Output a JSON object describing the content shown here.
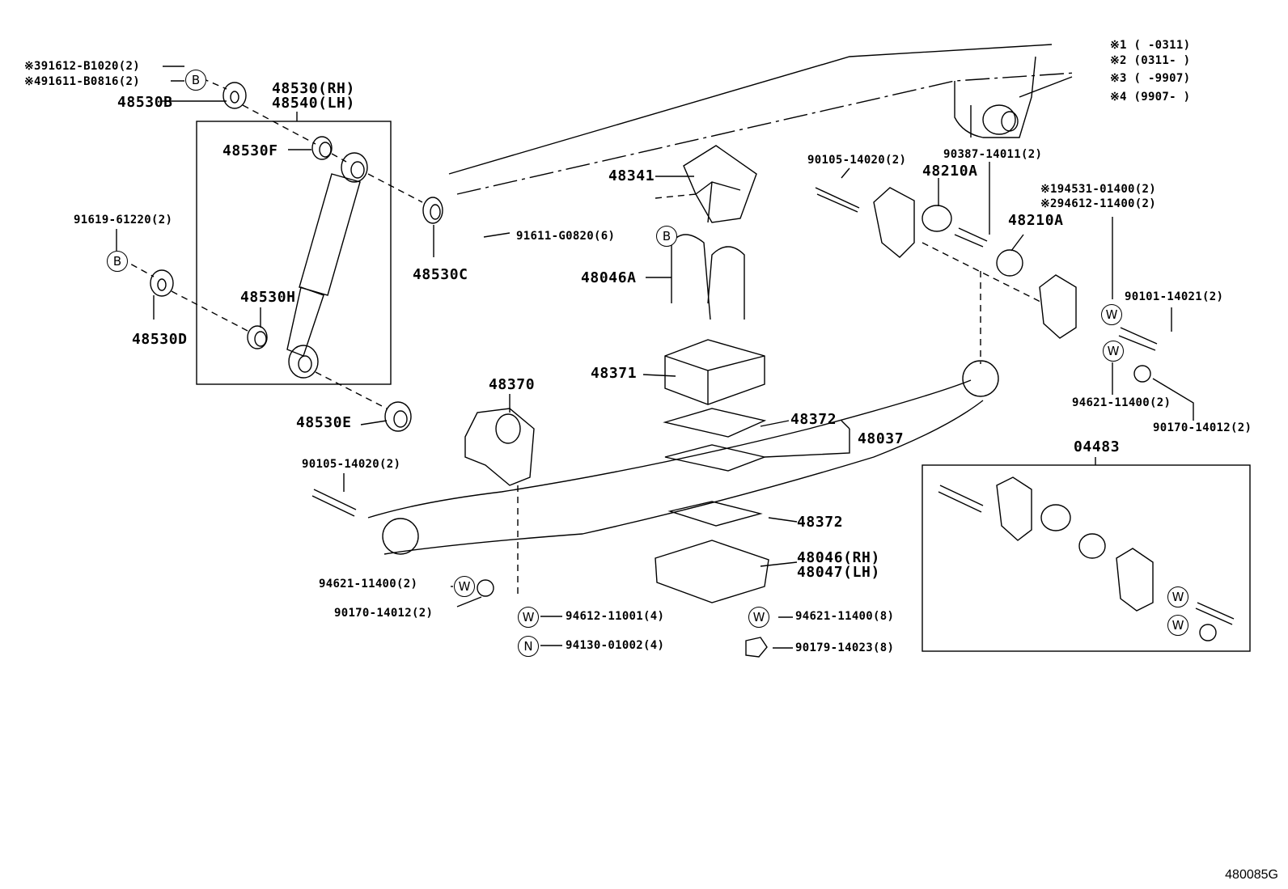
{
  "legend": {
    "note1": "※1 (      -0311)",
    "note2": "※2 (0311-      )",
    "note3": "※3 (      -9907)",
    "note4": "※4 (9907-      )"
  },
  "parts": {
    "p48530_rh": "48530(RH)",
    "p48540_lh": "48540(LH)",
    "p91612": "※391612-B1020(2)",
    "p91611": "※491611-B0816(2)",
    "p48530B": "48530B",
    "p48530F": "48530F",
    "p91619": "91619-61220(2)",
    "p48530D": "48530D",
    "p48530H": "48530H",
    "p48530C": "48530C",
    "p48530E": "48530E",
    "p48341": "48341",
    "p91611G": "91611-G0820(6)",
    "p48046A": "48046A",
    "p48371": "48371",
    "p48370": "48370",
    "p48372a": "48372",
    "p48037": "48037",
    "p48372b": "48372",
    "p48046": "48046(RH)",
    "p48047": "48047(LH)",
    "p90105a": "90105-14020(2)",
    "p90387": "90387-14011(2)",
    "p48210Aa": "48210A",
    "p48210Ab": "48210A",
    "p94531": "※194531-01400(2)",
    "p94612a": "※294612-11400(2)",
    "p90101": "90101-14021(2)",
    "p94621a": "94621-11400(2)",
    "p90170a": "90170-14012(2)",
    "p04483": "04483",
    "p90105b": "90105-14020(2)",
    "p94621b": "94621-11400(2)",
    "p90170b": "90170-14012(2)",
    "p94612b": "94612-11001(4)",
    "p94130": "94130-01002(4)",
    "p94621c": "94621-11400(8)",
    "p90179": "90179-14023(8)"
  },
  "symbols": {
    "b": "B",
    "w": "W",
    "n": "N"
  },
  "drawing_code": "480085G"
}
